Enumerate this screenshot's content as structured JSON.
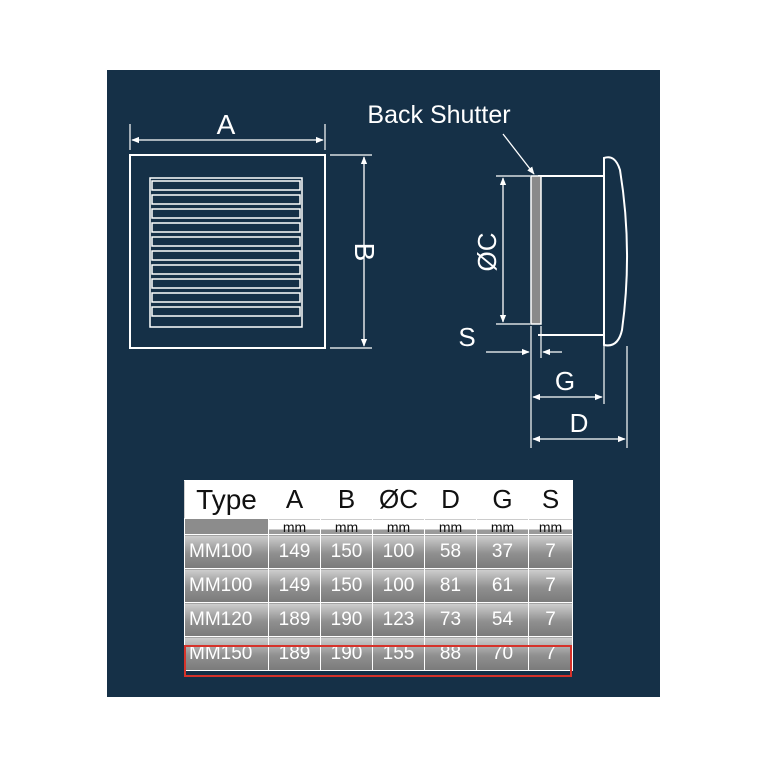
{
  "diagram": {
    "labels": {
      "a": "A",
      "b": "B",
      "c": "ØC",
      "s": "S",
      "g": "G",
      "d": "D",
      "back_shutter": "Back Shutter"
    }
  },
  "table": {
    "headers": [
      "Type",
      "A",
      "B",
      "ØC",
      "D",
      "G",
      "S"
    ],
    "units": [
      "",
      "mm",
      "mm",
      "mm",
      "mm",
      "mm",
      "mm"
    ],
    "rows": [
      [
        "MM100",
        "149",
        "150",
        "100",
        "58",
        "37",
        "7"
      ],
      [
        "MM100",
        "149",
        "150",
        "100",
        "81",
        "61",
        "7"
      ],
      [
        "MM120",
        "189",
        "190",
        "123",
        "73",
        "54",
        "7"
      ],
      [
        "MM150",
        "189",
        "190",
        "155",
        "88",
        "70",
        "7"
      ]
    ],
    "highlighted_row": 3,
    "highlight_color": "#d6322a"
  },
  "colors": {
    "background": "#153047",
    "line": "#ffffff"
  }
}
